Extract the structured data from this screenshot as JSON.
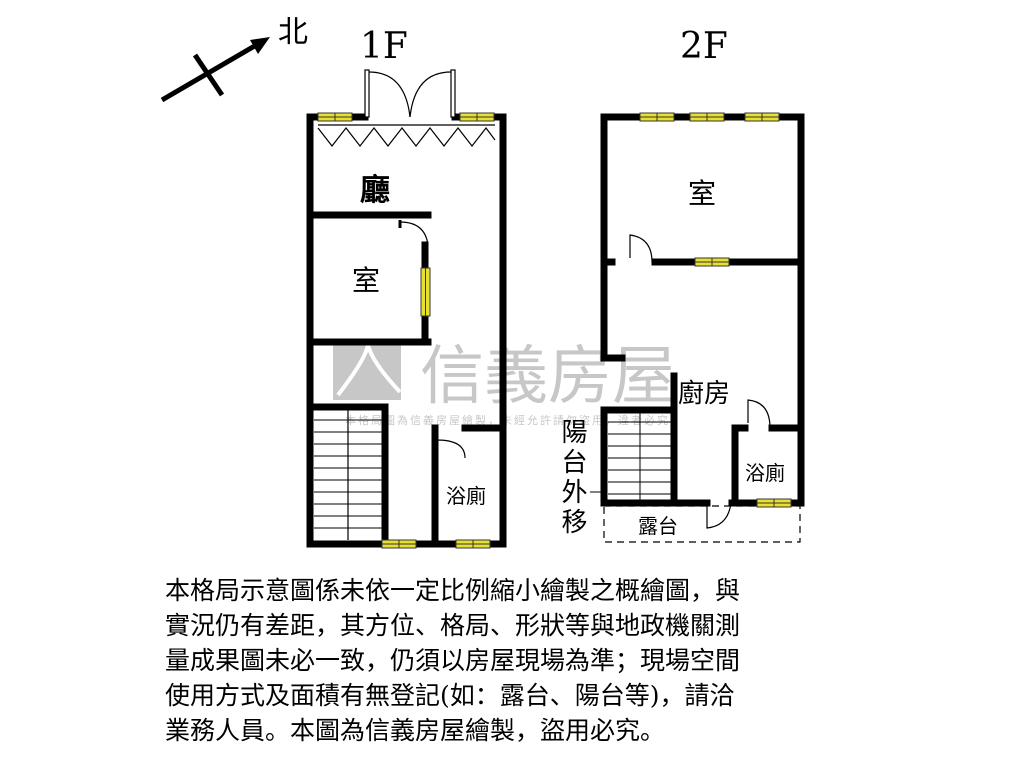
{
  "compass": {
    "label": "北"
  },
  "floors": [
    {
      "label": "1F",
      "rooms": [
        "廳",
        "室",
        "浴廁"
      ]
    },
    {
      "label": "2F",
      "rooms": [
        "室",
        "廚房",
        "浴廁",
        "露台"
      ]
    }
  ],
  "annotation": "陽台外移",
  "watermark": {
    "brand": "信義房屋",
    "text": "本格局圖為信義房屋繪製，未經允許請勿盜用，違者必究"
  },
  "colors": {
    "wall": "#000000",
    "window": "#e8e030",
    "watermark": "#9a9a9a"
  },
  "disclaimer": [
    "本格局示意圖係未依一定比例縮小繪製之概繪圖，與",
    "實況仍有差距，其方位、格局、形狀等與地政機關測",
    "量成果圖未必一致，仍須以房屋現場為準；現場空間",
    "使用方式及面積有無登記(如：露台、陽台等)，請洽",
    "業務人員。本圖為信義房屋繪製，盜用必究。"
  ]
}
